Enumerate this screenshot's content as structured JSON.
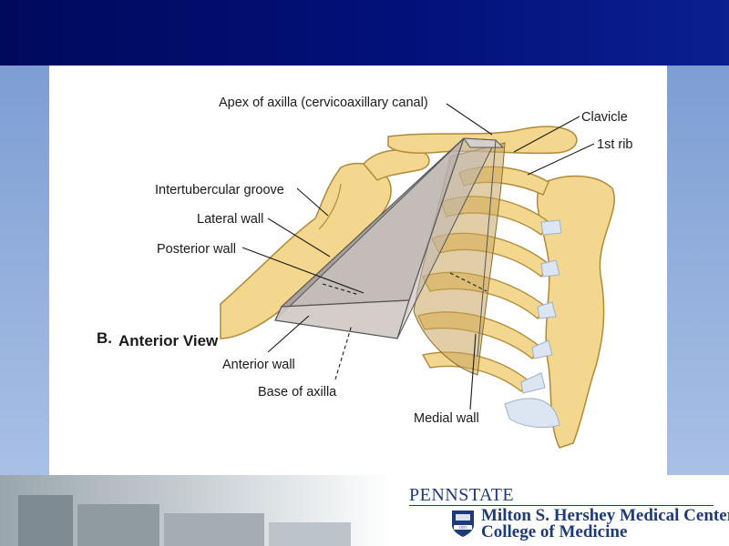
{
  "labels": {
    "apex": "Apex of axilla (cervicoaxillary canal)",
    "clavicle": "Clavicle",
    "first_rib": "1st rib",
    "intertubercular_groove": "Intertubercular groove",
    "lateral_wall": "Lateral wall",
    "posterior_wall": "Posterior wall",
    "view_letter": "B.",
    "view_title": "Anterior View",
    "anterior_wall": "Anterior wall",
    "base_of_axilla": "Base of axilla",
    "medial_wall": "Medial wall"
  },
  "footer": {
    "university": "PENNSTATE",
    "institution_line1": "Milton S. Hershey Medical Center",
    "institution_line2": "College of Medicine",
    "shield_year": "1855"
  },
  "colors": {
    "header": "#000a5c",
    "side_band": "#8fa9d6",
    "bone": "#f3d78e",
    "cartilage": "#dce6f2",
    "pyramid": "#b9b0ac",
    "brand_blue": "#1f3a7a"
  }
}
